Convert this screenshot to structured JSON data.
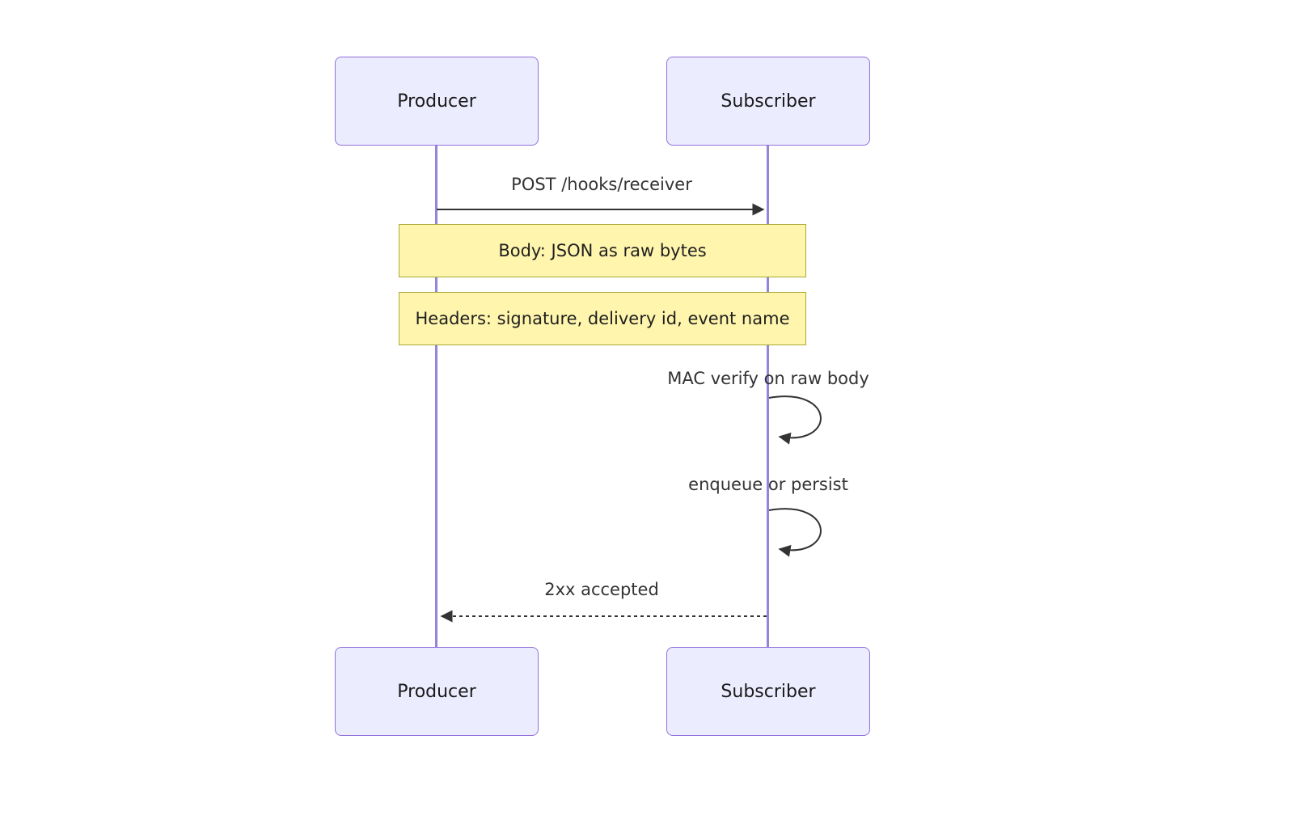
{
  "diagram": {
    "type": "sequence",
    "actors": [
      {
        "name": "Producer"
      },
      {
        "name": "Subscriber"
      }
    ],
    "messages": [
      {
        "from": "Producer",
        "to": "Subscriber",
        "label": "POST /hooks/receiver",
        "style": "solid"
      },
      {
        "from": "Subscriber",
        "to": "Producer",
        "label": "2xx accepted",
        "style": "dashed"
      }
    ],
    "notes": [
      {
        "over": "Producer,Subscriber",
        "text": "Body: JSON as raw bytes"
      },
      {
        "over": "Producer,Subscriber",
        "text": "Headers: signature, delivery id, event name"
      }
    ],
    "self_messages": [
      {
        "actor": "Subscriber",
        "label": "MAC verify on raw body"
      },
      {
        "actor": "Subscriber",
        "label": "enqueue or persist"
      }
    ],
    "colors": {
      "actor_fill": "#ECECFF",
      "actor_border": "#9370DB",
      "lifeline": "#9683dc",
      "note_fill": "#FFF5AD",
      "note_border": "#AAAA33",
      "arrow": "#333333",
      "text": "#333333"
    }
  }
}
